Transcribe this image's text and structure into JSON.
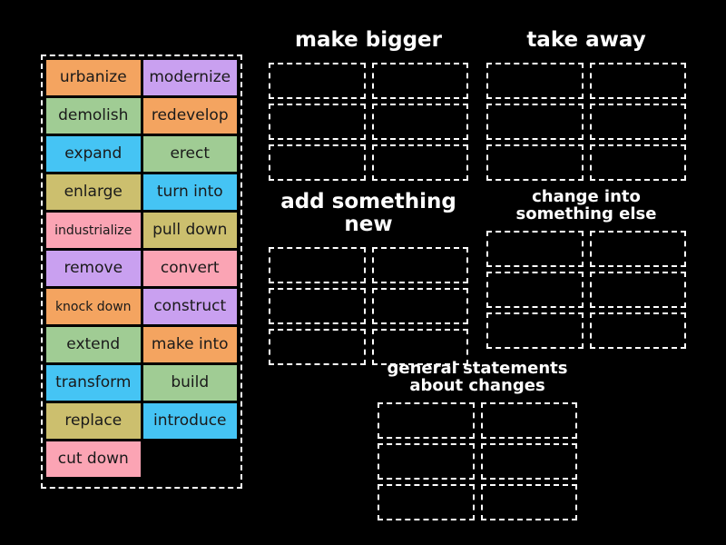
{
  "colors": {
    "background": "#000000",
    "slot_border": "#ffffff",
    "title_text": "#ffffff",
    "tile_text": "#1a1a1a",
    "orange": "#f4a460",
    "purple": "#c9a0f0",
    "green": "#a0cc94",
    "blue": "#45c4f4",
    "khaki": "#ccbf6e",
    "pink": "#fba4b4"
  },
  "word_bank": {
    "name": "word-bank",
    "tiles": [
      {
        "label": "urbanize",
        "color": "#f4a460",
        "size": "normal"
      },
      {
        "label": "modernize",
        "color": "#c9a0f0",
        "size": "normal"
      },
      {
        "label": "demolish",
        "color": "#a0cc94",
        "size": "normal"
      },
      {
        "label": "redevelop",
        "color": "#f4a460",
        "size": "normal"
      },
      {
        "label": "expand",
        "color": "#45c4f4",
        "size": "normal"
      },
      {
        "label": "erect",
        "color": "#a0cc94",
        "size": "normal"
      },
      {
        "label": "enlarge",
        "color": "#ccbf6e",
        "size": "normal"
      },
      {
        "label": "turn into",
        "color": "#45c4f4",
        "size": "normal"
      },
      {
        "label": "industrialize",
        "color": "#fba4b4",
        "size": "small"
      },
      {
        "label": "pull down",
        "color": "#ccbf6e",
        "size": "normal"
      },
      {
        "label": "remove",
        "color": "#c9a0f0",
        "size": "normal"
      },
      {
        "label": "convert",
        "color": "#fba4b4",
        "size": "normal"
      },
      {
        "label": "knock down",
        "color": "#f4a460",
        "size": "small"
      },
      {
        "label": "construct",
        "color": "#c9a0f0",
        "size": "normal"
      },
      {
        "label": "extend",
        "color": "#a0cc94",
        "size": "normal"
      },
      {
        "label": "make into",
        "color": "#f4a460",
        "size": "normal"
      },
      {
        "label": "transform",
        "color": "#45c4f4",
        "size": "normal"
      },
      {
        "label": "build",
        "color": "#a0cc94",
        "size": "normal"
      },
      {
        "label": "replace",
        "color": "#ccbf6e",
        "size": "normal"
      },
      {
        "label": "introduce",
        "color": "#45c4f4",
        "size": "normal"
      },
      {
        "label": "cut down",
        "color": "#fba4b4",
        "size": "normal"
      }
    ]
  },
  "groups": [
    {
      "id": "make-bigger",
      "title": "make bigger",
      "title_lines": [
        "make bigger"
      ],
      "title_size": "large",
      "slots": 6
    },
    {
      "id": "take-away",
      "title": "take away",
      "title_lines": [
        "take away"
      ],
      "title_size": "large",
      "slots": 6
    },
    {
      "id": "add-new",
      "title": "add something new",
      "title_lines": [
        "add something new"
      ],
      "title_size": "large",
      "slots": 6
    },
    {
      "id": "change-into",
      "title": "change into something else",
      "title_lines": [
        "change into",
        "something else"
      ],
      "title_size": "medium",
      "slots": 6
    },
    {
      "id": "general",
      "title": "general statements about changes",
      "title_lines": [
        "general statements",
        "about changes"
      ],
      "title_size": "medium",
      "slots": 6
    }
  ]
}
